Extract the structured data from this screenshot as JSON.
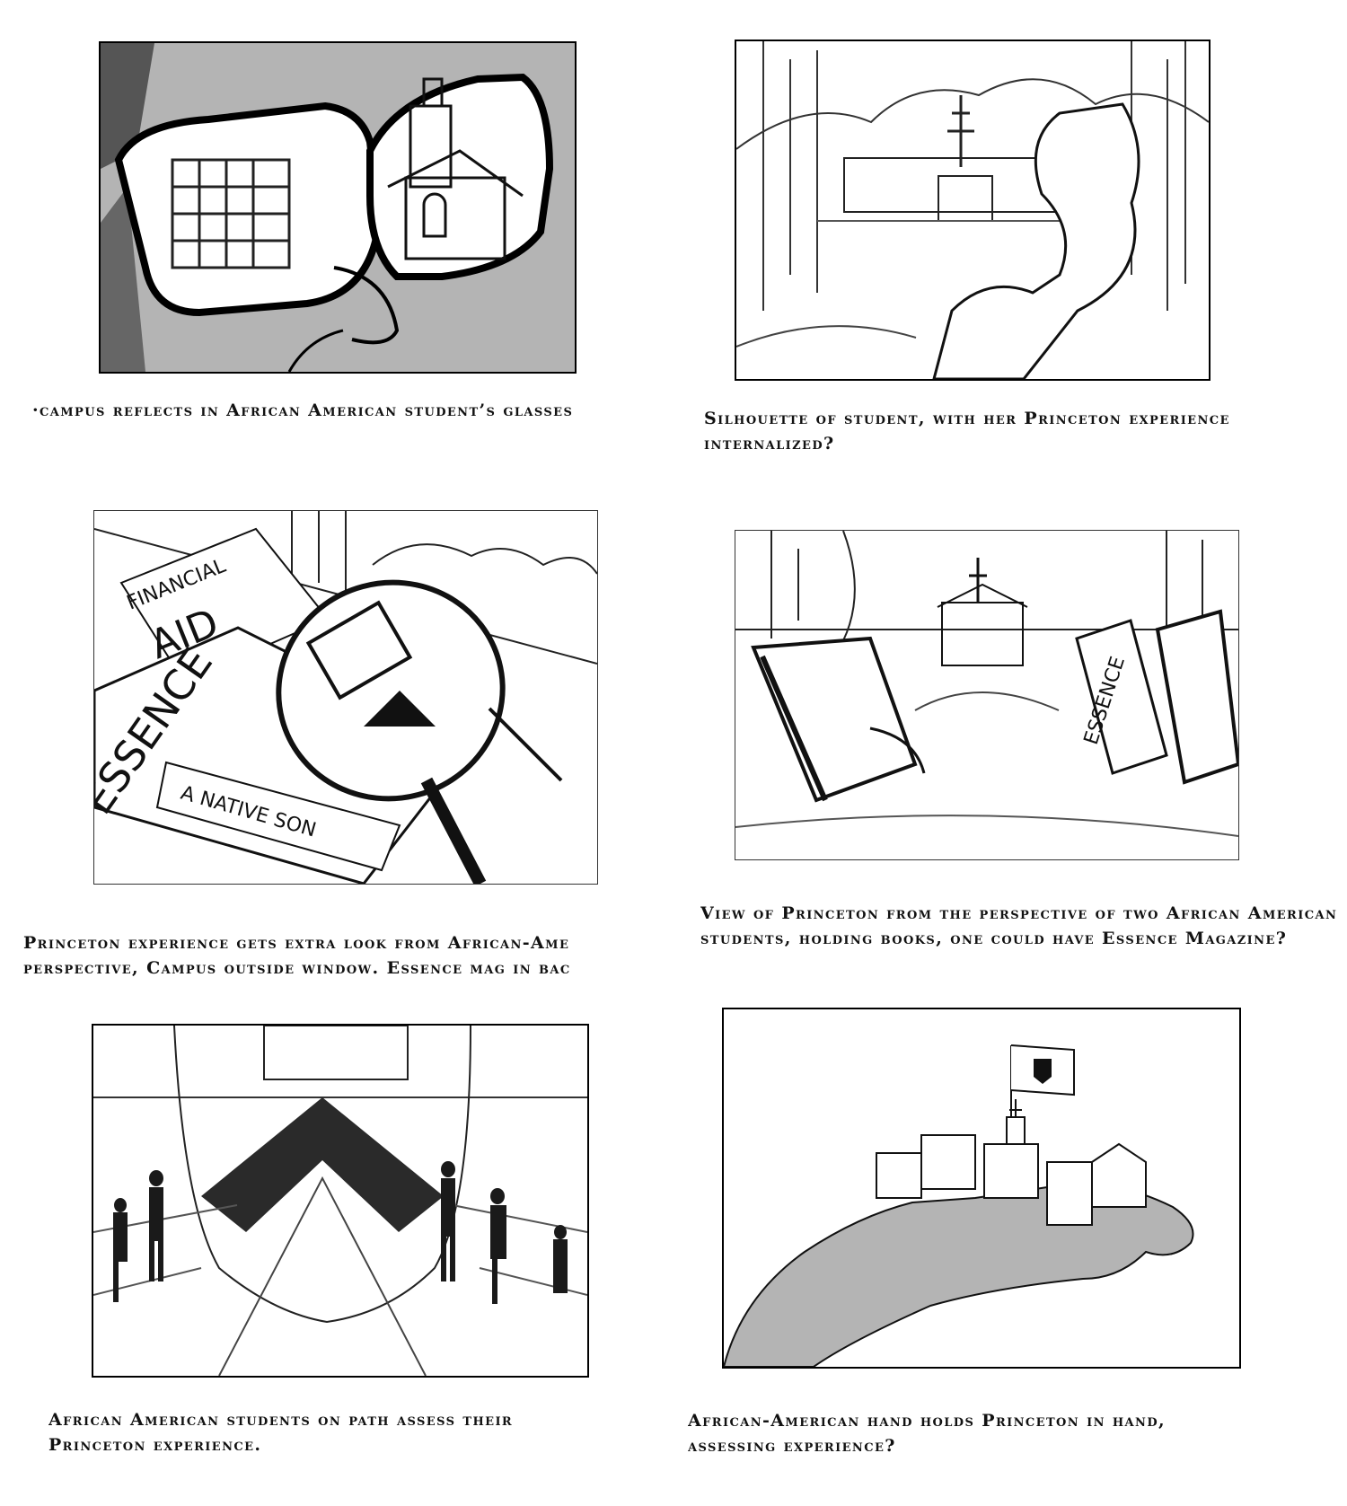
{
  "panels": [
    {
      "caption_lines": [
        "·campus reflects in African American student’s glasses"
      ],
      "pencil_fill": "#b4b4b4"
    },
    {
      "caption_lines": [
        "Silhouette of student, with her Princeton experience",
        "internalized?"
      ]
    },
    {
      "caption_lines": [
        "Princeton experience gets extra look from African-Ame",
        "perspective, Campus outside window. Essence mag in bac"
      ],
      "sketch_text": {
        "financial": "FINANCIAL",
        "aid": "AID",
        "essence": "ESSENCE",
        "native_son": "A NATIVE SON"
      }
    },
    {
      "caption_lines": [
        "View of Princeton from the perspective of two African American",
        "students, holding books, one could have Essence Magazine?"
      ],
      "sketch_text": {
        "essence": "ESSENCE"
      }
    },
    {
      "caption_lines": [
        "African American students on path assess their",
        "Princeton experience."
      ]
    },
    {
      "caption_lines": [
        "African-American hand holds Princeton in hand,",
        "assessing experience?"
      ],
      "pencil_fill": "#b4b4b4"
    }
  ]
}
